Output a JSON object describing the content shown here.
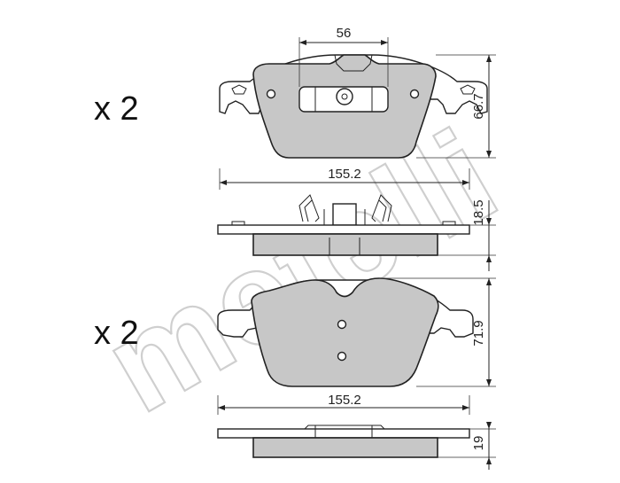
{
  "watermark": "metelli",
  "top_pad": {
    "quantity": "x 2",
    "width": "155.2",
    "height": "66.7",
    "thickness": "18.5",
    "spacing": "56"
  },
  "bottom_pad": {
    "quantity": "x 2",
    "width": "155.2",
    "height": "71.9",
    "thickness": "19"
  },
  "colors": {
    "friction_material": "#c7c7c7",
    "outline": "#222222",
    "watermark": "#cfcfcf"
  }
}
